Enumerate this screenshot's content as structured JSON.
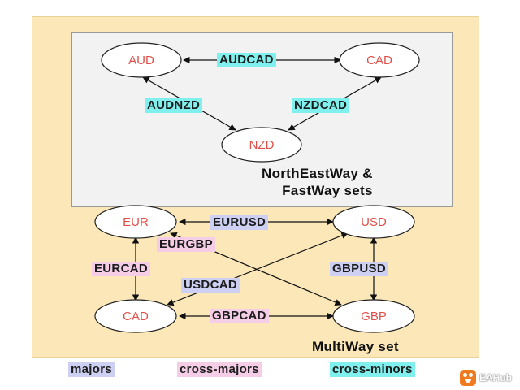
{
  "colors": {
    "majors": "#cdd0f2",
    "cross_majors": "#f6cde6",
    "cross_minors": "#7ff0ee",
    "node_text": "#e0504a"
  },
  "top_set": {
    "nodes": {
      "aud": "AUD",
      "cad": "CAD",
      "nzd": "NZD"
    },
    "pairs": {
      "audcad": "AUDCAD",
      "audnzd": "AUDNZD",
      "nzdcad": "NZDCAD"
    },
    "caption_line1": "NorthEastWay &",
    "caption_line2": "FastWay sets"
  },
  "bottom_set": {
    "nodes": {
      "eur": "EUR",
      "usd": "USD",
      "cad": "CAD",
      "gbp": "GBP"
    },
    "pairs": {
      "eurusd": "EURUSD",
      "eurgbp": "EURGBP",
      "eurcad": "EURCAD",
      "gbpusd": "GBPUSD",
      "usdcad": "USDCAD",
      "gbpcad": "GBPCAD"
    },
    "caption": "MultiWay set"
  },
  "legend": {
    "majors": "majors",
    "cross_majors": "cross-majors",
    "cross_minors": "cross-minors"
  },
  "brand": {
    "name": "EAHub",
    "icon": "smiley-face-icon"
  }
}
